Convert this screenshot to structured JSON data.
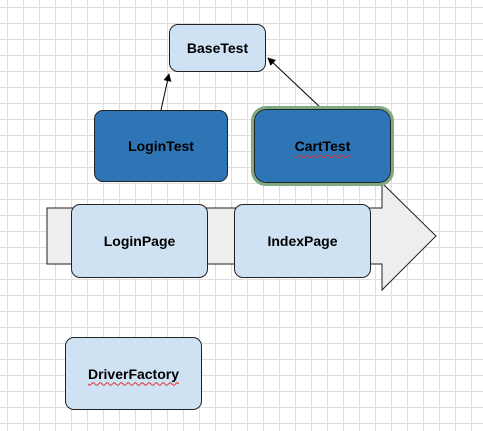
{
  "nodes": {
    "base_test": "BaseTest",
    "login_test": "LoginTest",
    "cart_test": "CartTest",
    "login_page": "LoginPage",
    "index_page": "IndexPage",
    "driver_factory": "DriverFactory"
  },
  "edges": [
    {
      "from": "LoginTest",
      "to": "BaseTest"
    },
    {
      "from": "CartTest",
      "to": "BaseTest"
    }
  ],
  "colors": {
    "light_box": "#cfe2f3",
    "dark_box": "#2e75b6",
    "big_arrow": "#eeeeee",
    "selection": "#7fa982"
  }
}
